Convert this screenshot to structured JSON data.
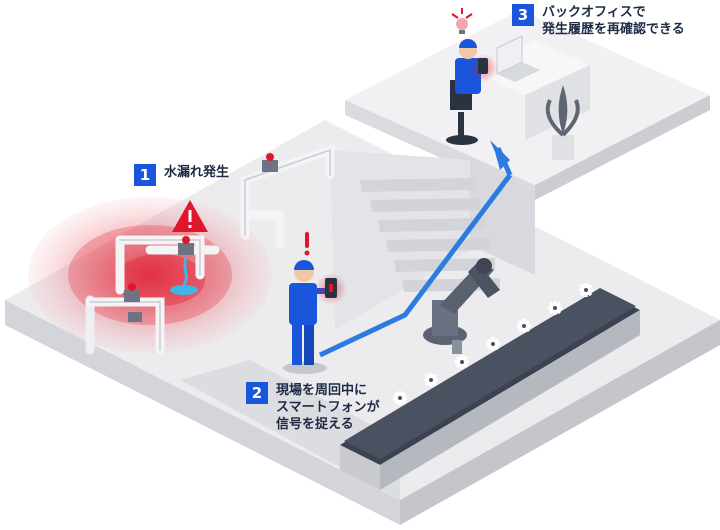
{
  "steps": [
    {
      "number": "1",
      "lines": [
        "水漏れ発生"
      ]
    },
    {
      "number": "2",
      "lines": [
        "現場を周回中に",
        "スマートフォンが",
        "信号を捉える"
      ]
    },
    {
      "number": "3",
      "lines": [
        "バックオフィスで",
        "発生履歴を再確認できる"
      ]
    }
  ],
  "colors": {
    "accent": "#1a56db",
    "alert": "#e0162b",
    "floor": "#e8e9ec",
    "arrow": "#2d7be0"
  },
  "icons": [
    "warning-icon",
    "exclamation-icon",
    "lightbulb-icon",
    "gear-icon",
    "smartphone-icon",
    "laptop-icon",
    "plant-icon"
  ]
}
